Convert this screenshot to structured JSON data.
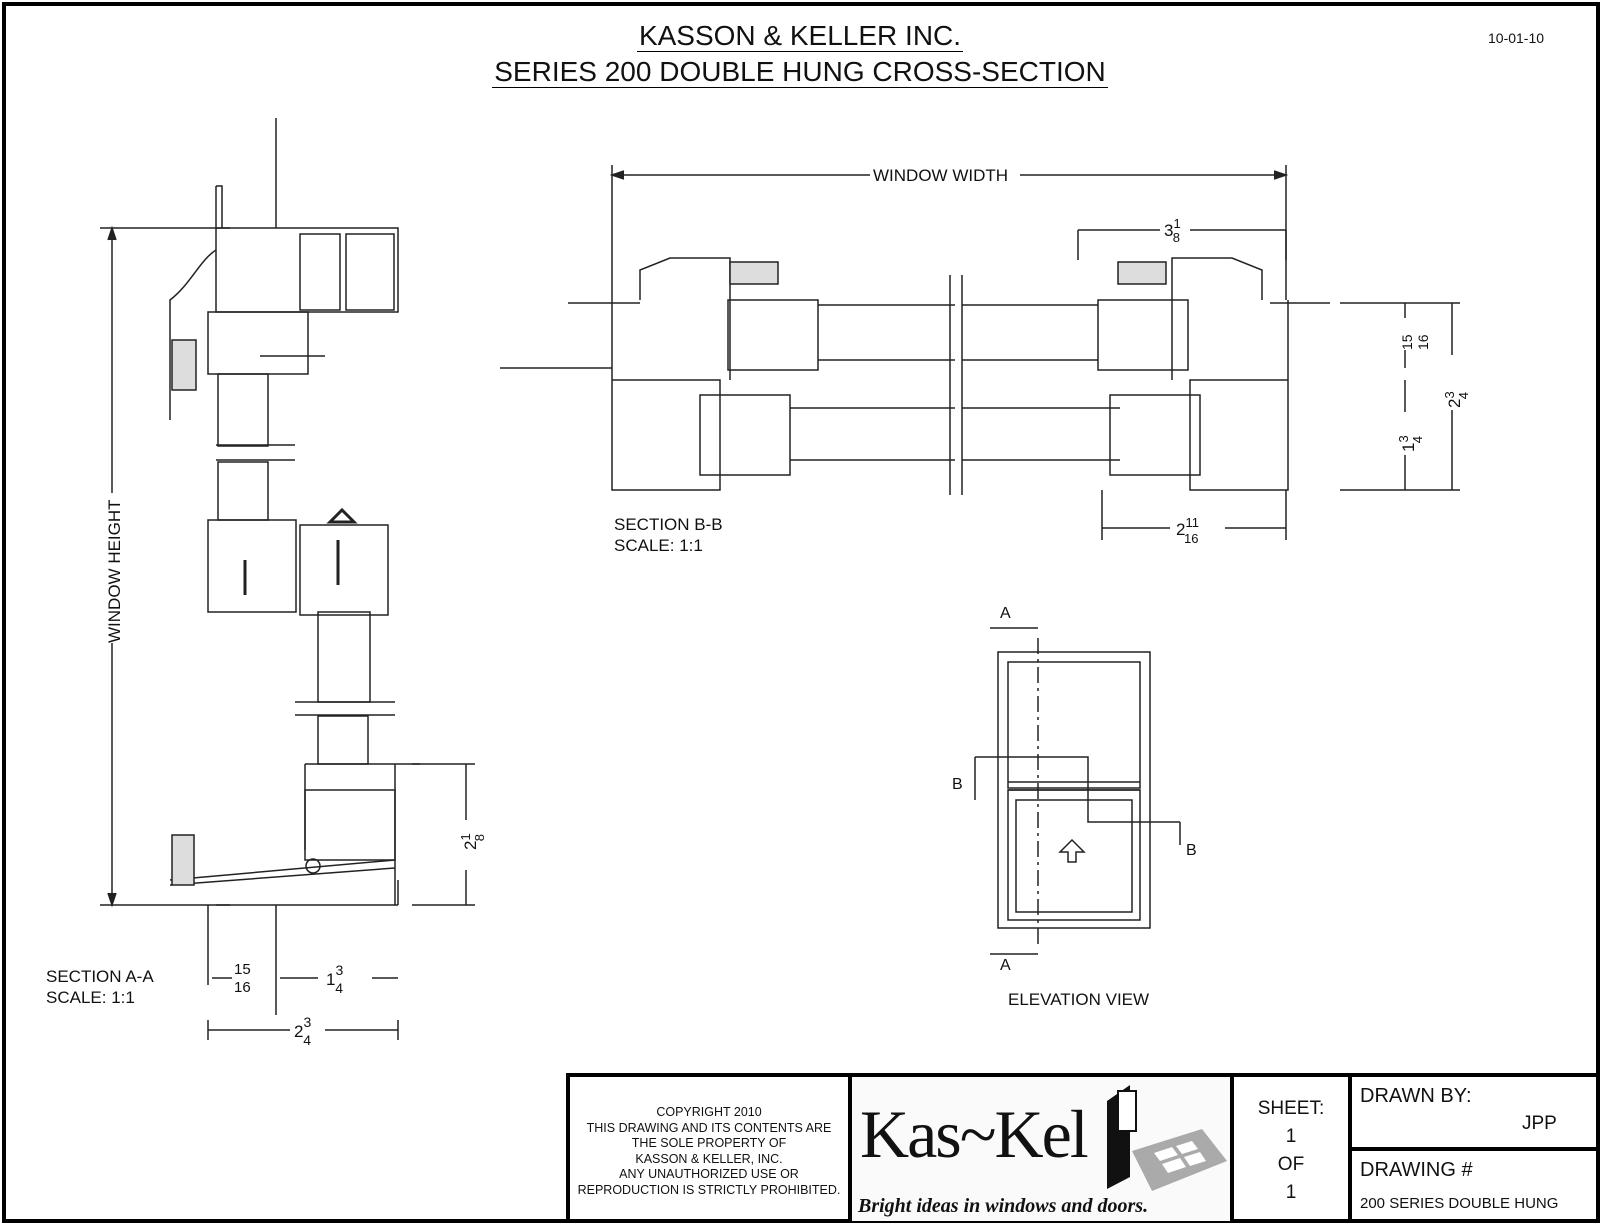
{
  "header": {
    "company": "KASSON & KELLER INC.",
    "title": "SERIES 200 DOUBLE HUNG CROSS-SECTION",
    "date": "10-01-10"
  },
  "section_a": {
    "label": "SECTION A-A",
    "scale": "SCALE: 1:1",
    "window_height": "WINDOW HEIGHT",
    "dims": {
      "sill_height": {
        "whole": "2",
        "num": "1",
        "den": "8"
      },
      "left_width": {
        "whole": "",
        "num": "15",
        "den": "16"
      },
      "right_width": {
        "whole": "1",
        "num": "3",
        "den": "4"
      },
      "overall": {
        "whole": "2",
        "num": "3",
        "den": "4"
      }
    }
  },
  "section_b": {
    "label": "SECTION B-B",
    "scale": "SCALE: 1:1",
    "window_width": "WINDOW WIDTH",
    "dims": {
      "top_width": {
        "whole": "3",
        "num": "1",
        "den": "8"
      },
      "upper": {
        "whole": "",
        "num": "15",
        "den": "16"
      },
      "lower": {
        "whole": "1",
        "num": "3",
        "den": "4"
      },
      "overall": {
        "whole": "2",
        "num": "3",
        "den": "4"
      },
      "bottom_width": {
        "whole": "2",
        "num": "11",
        "den": "16"
      }
    }
  },
  "elevation": {
    "label": "ELEVATION VIEW",
    "cut_a": "A",
    "cut_b": "B"
  },
  "title_block": {
    "copyright": [
      "COPYRIGHT 2010",
      "THIS DRAWING AND ITS CONTENTS ARE",
      "THE SOLE PROPERTY OF",
      "KASSON & KELLER, INC.",
      "ANY UNAUTHORIZED USE OR",
      "REPRODUCTION IS STRICTLY PROHIBITED."
    ],
    "logo_text": "Kas~Kel",
    "tagline": "Bright ideas in windows and doors.",
    "sheet_label": "SHEET:",
    "sheet_num": "1",
    "of": "OF",
    "sheet_total": "1",
    "drawn_by_label": "DRAWN BY:",
    "drawn_by": "JPP",
    "drawing_no_label": "DRAWING #",
    "drawing_no": "200 SERIES DOUBLE HUNG"
  }
}
